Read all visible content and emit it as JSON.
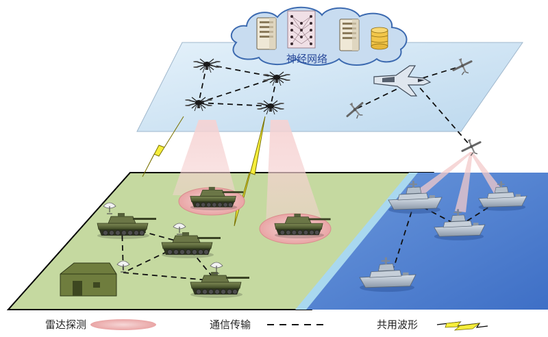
{
  "labels": {
    "cloud": "神经网络"
  },
  "legend": [
    {
      "text": "雷达探测",
      "kind": "radar"
    },
    {
      "text": "通信传输",
      "kind": "dashed"
    },
    {
      "text": "共用波形",
      "kind": "lightning"
    }
  ],
  "colors": {
    "air_plane": "#d6e9f6",
    "land": "#c5d9a0",
    "sea": "#4f7fd0",
    "radar_beam": "#f3c9c9",
    "lightning": "#f6ee3c",
    "cloud": "#c8dcf0"
  },
  "icons": {
    "servers": "server-icon",
    "database": "database-icon",
    "neural_net": "neural-network-icon",
    "drones": "quadcopter-drone-icon",
    "jet": "fighter-jet-icon",
    "uav": "fixed-wing-uav-icon",
    "tanks": "tank-icon",
    "tent": "command-tent-icon",
    "ships": "warship-icon",
    "dish": "radar-dish-icon"
  }
}
